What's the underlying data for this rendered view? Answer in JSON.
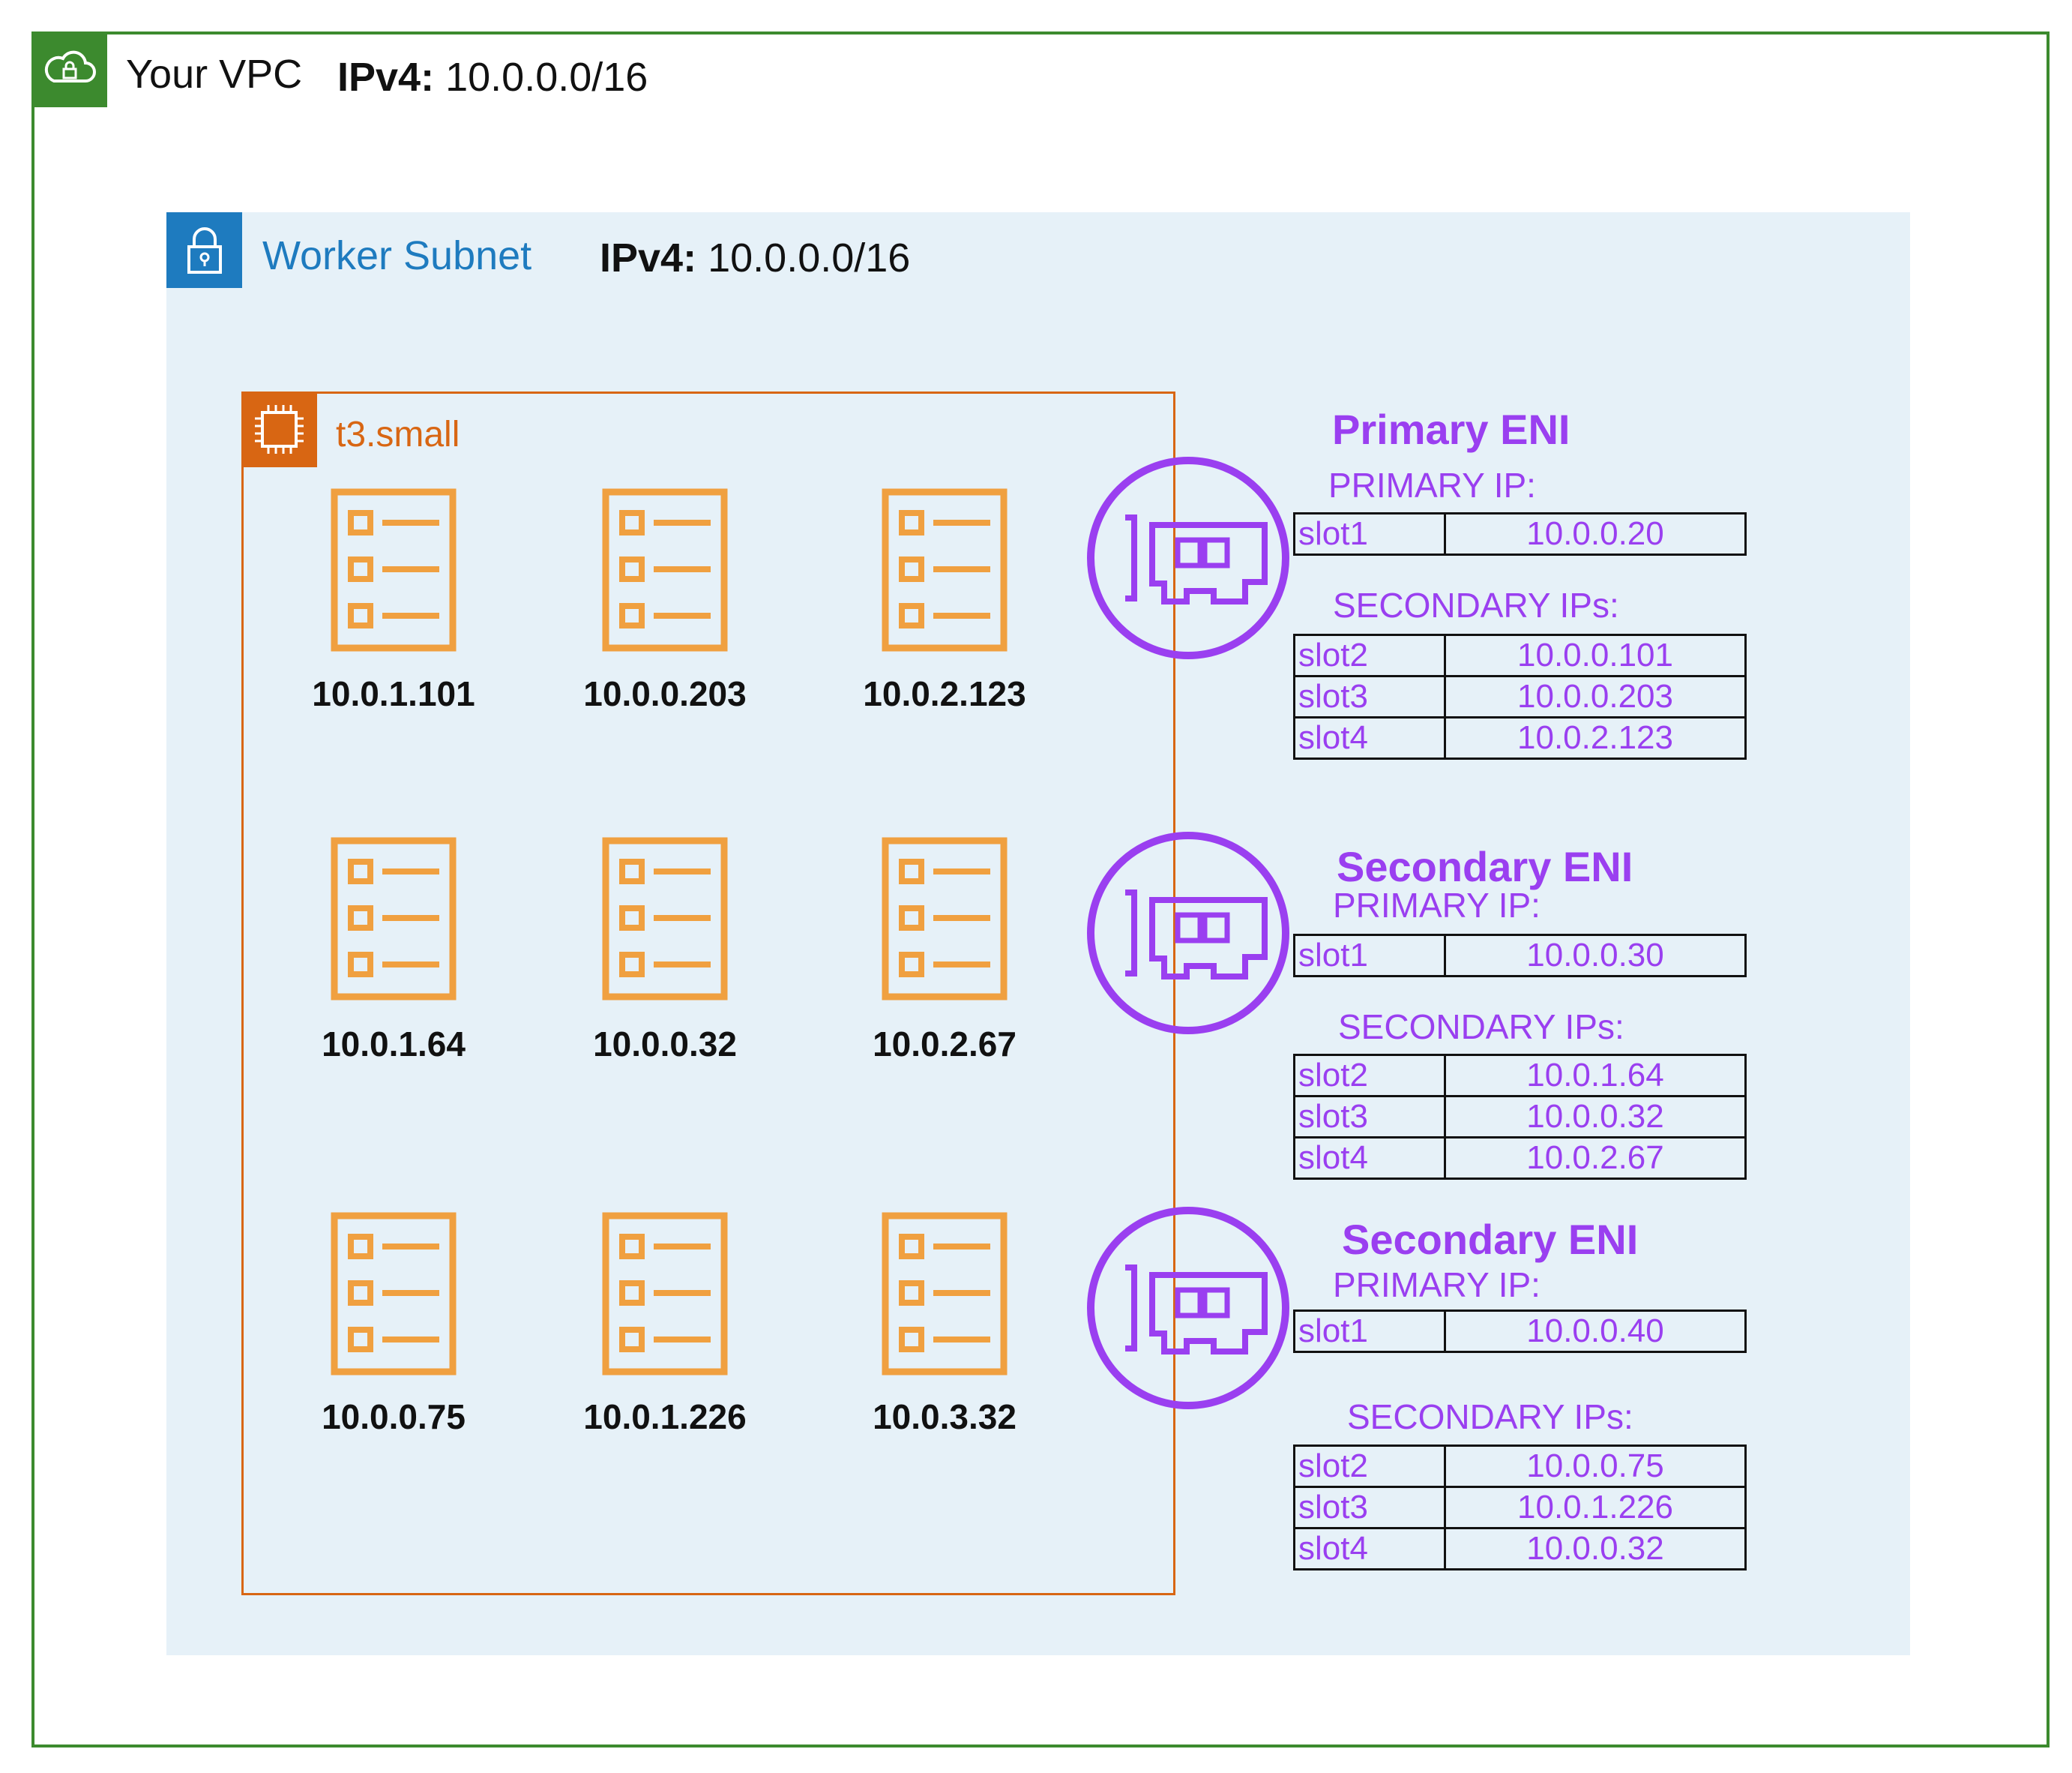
{
  "vpc": {
    "title": "Your VPC",
    "ipv4_label": "IPv4:",
    "ipv4_value": "10.0.0.0/16",
    "color": "#3c8a2e",
    "icon": "cloud-lock-icon"
  },
  "subnet": {
    "title": "Worker Subnet",
    "ipv4_label": "IPv4:",
    "ipv4_value": "10.0.0.0/16",
    "color": "#1e7bbf",
    "icon": "padlock-icon"
  },
  "instance": {
    "title": "t3.small",
    "color": "#d86613",
    "icon": "chip-icon"
  },
  "pods": [
    {
      "ip": "10.0.1.101"
    },
    {
      "ip": "10.0.0.203"
    },
    {
      "ip": "10.0.2.123"
    },
    {
      "ip": "10.0.1.64"
    },
    {
      "ip": "10.0.0.32"
    },
    {
      "ip": "10.0.2.67"
    },
    {
      "ip": "10.0.0.75"
    },
    {
      "ip": "10.0.1.226"
    },
    {
      "ip": "10.0.3.32"
    }
  ],
  "enis": [
    {
      "title": "Primary ENI",
      "primary_label": "PRIMARY IP:",
      "primary": {
        "slot": "slot1",
        "ip": "10.0.0.20"
      },
      "secondary_label": "SECONDARY IPs:",
      "secondary": [
        {
          "slot": "slot2",
          "ip": "10.0.0.101"
        },
        {
          "slot": "slot3",
          "ip": "10.0.0.203"
        },
        {
          "slot": "slot4",
          "ip": "10.0.2.123"
        }
      ]
    },
    {
      "title": "Secondary ENI",
      "primary_label": "PRIMARY IP:",
      "primary": {
        "slot": "slot1",
        "ip": "10.0.0.30"
      },
      "secondary_label": "SECONDARY IPs:",
      "secondary": [
        {
          "slot": "slot2",
          "ip": "10.0.1.64"
        },
        {
          "slot": "slot3",
          "ip": "10.0.0.32"
        },
        {
          "slot": "slot4",
          "ip": "10.0.2.67"
        }
      ]
    },
    {
      "title": "Secondary ENI",
      "primary_label": "PRIMARY IP:",
      "primary": {
        "slot": "slot1",
        "ip": "10.0.0.40"
      },
      "secondary_label": "SECONDARY IPs:",
      "secondary": [
        {
          "slot": "slot2",
          "ip": "10.0.0.75"
        },
        {
          "slot": "slot3",
          "ip": "10.0.1.226"
        },
        {
          "slot": "slot4",
          "ip": "10.0.0.32"
        }
      ]
    }
  ],
  "colors": {
    "pod": "#f0a040",
    "eni": "#9a3ff0"
  }
}
